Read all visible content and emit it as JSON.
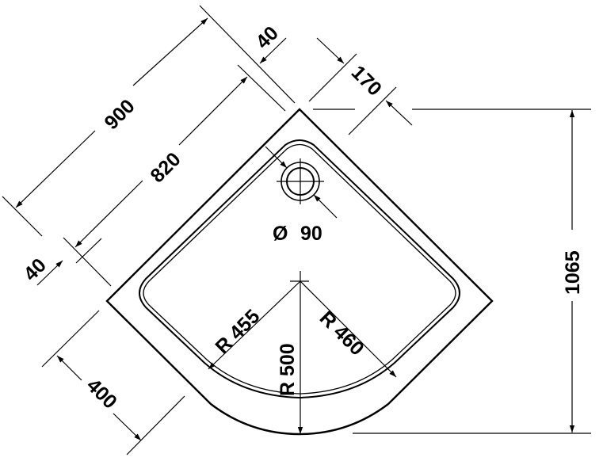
{
  "drawing": {
    "subject": "Quadrant shower tray — technical dimension drawing",
    "stroke_color": "#000000",
    "background_color": "#ffffff",
    "dimensions": {
      "overall_side": "900",
      "inner_side": "820",
      "rim_top": "40",
      "rim_left": "40",
      "corner_offset": "170",
      "straight_length": "400",
      "total_height": "1065",
      "drain_diameter": "Ø 90",
      "drain_diameter_symbol": "Ø",
      "drain_diameter_value": "90",
      "radius_inner_left": "R 455",
      "radius_outer": "R 500",
      "radius_inner_right": "R 460"
    }
  }
}
